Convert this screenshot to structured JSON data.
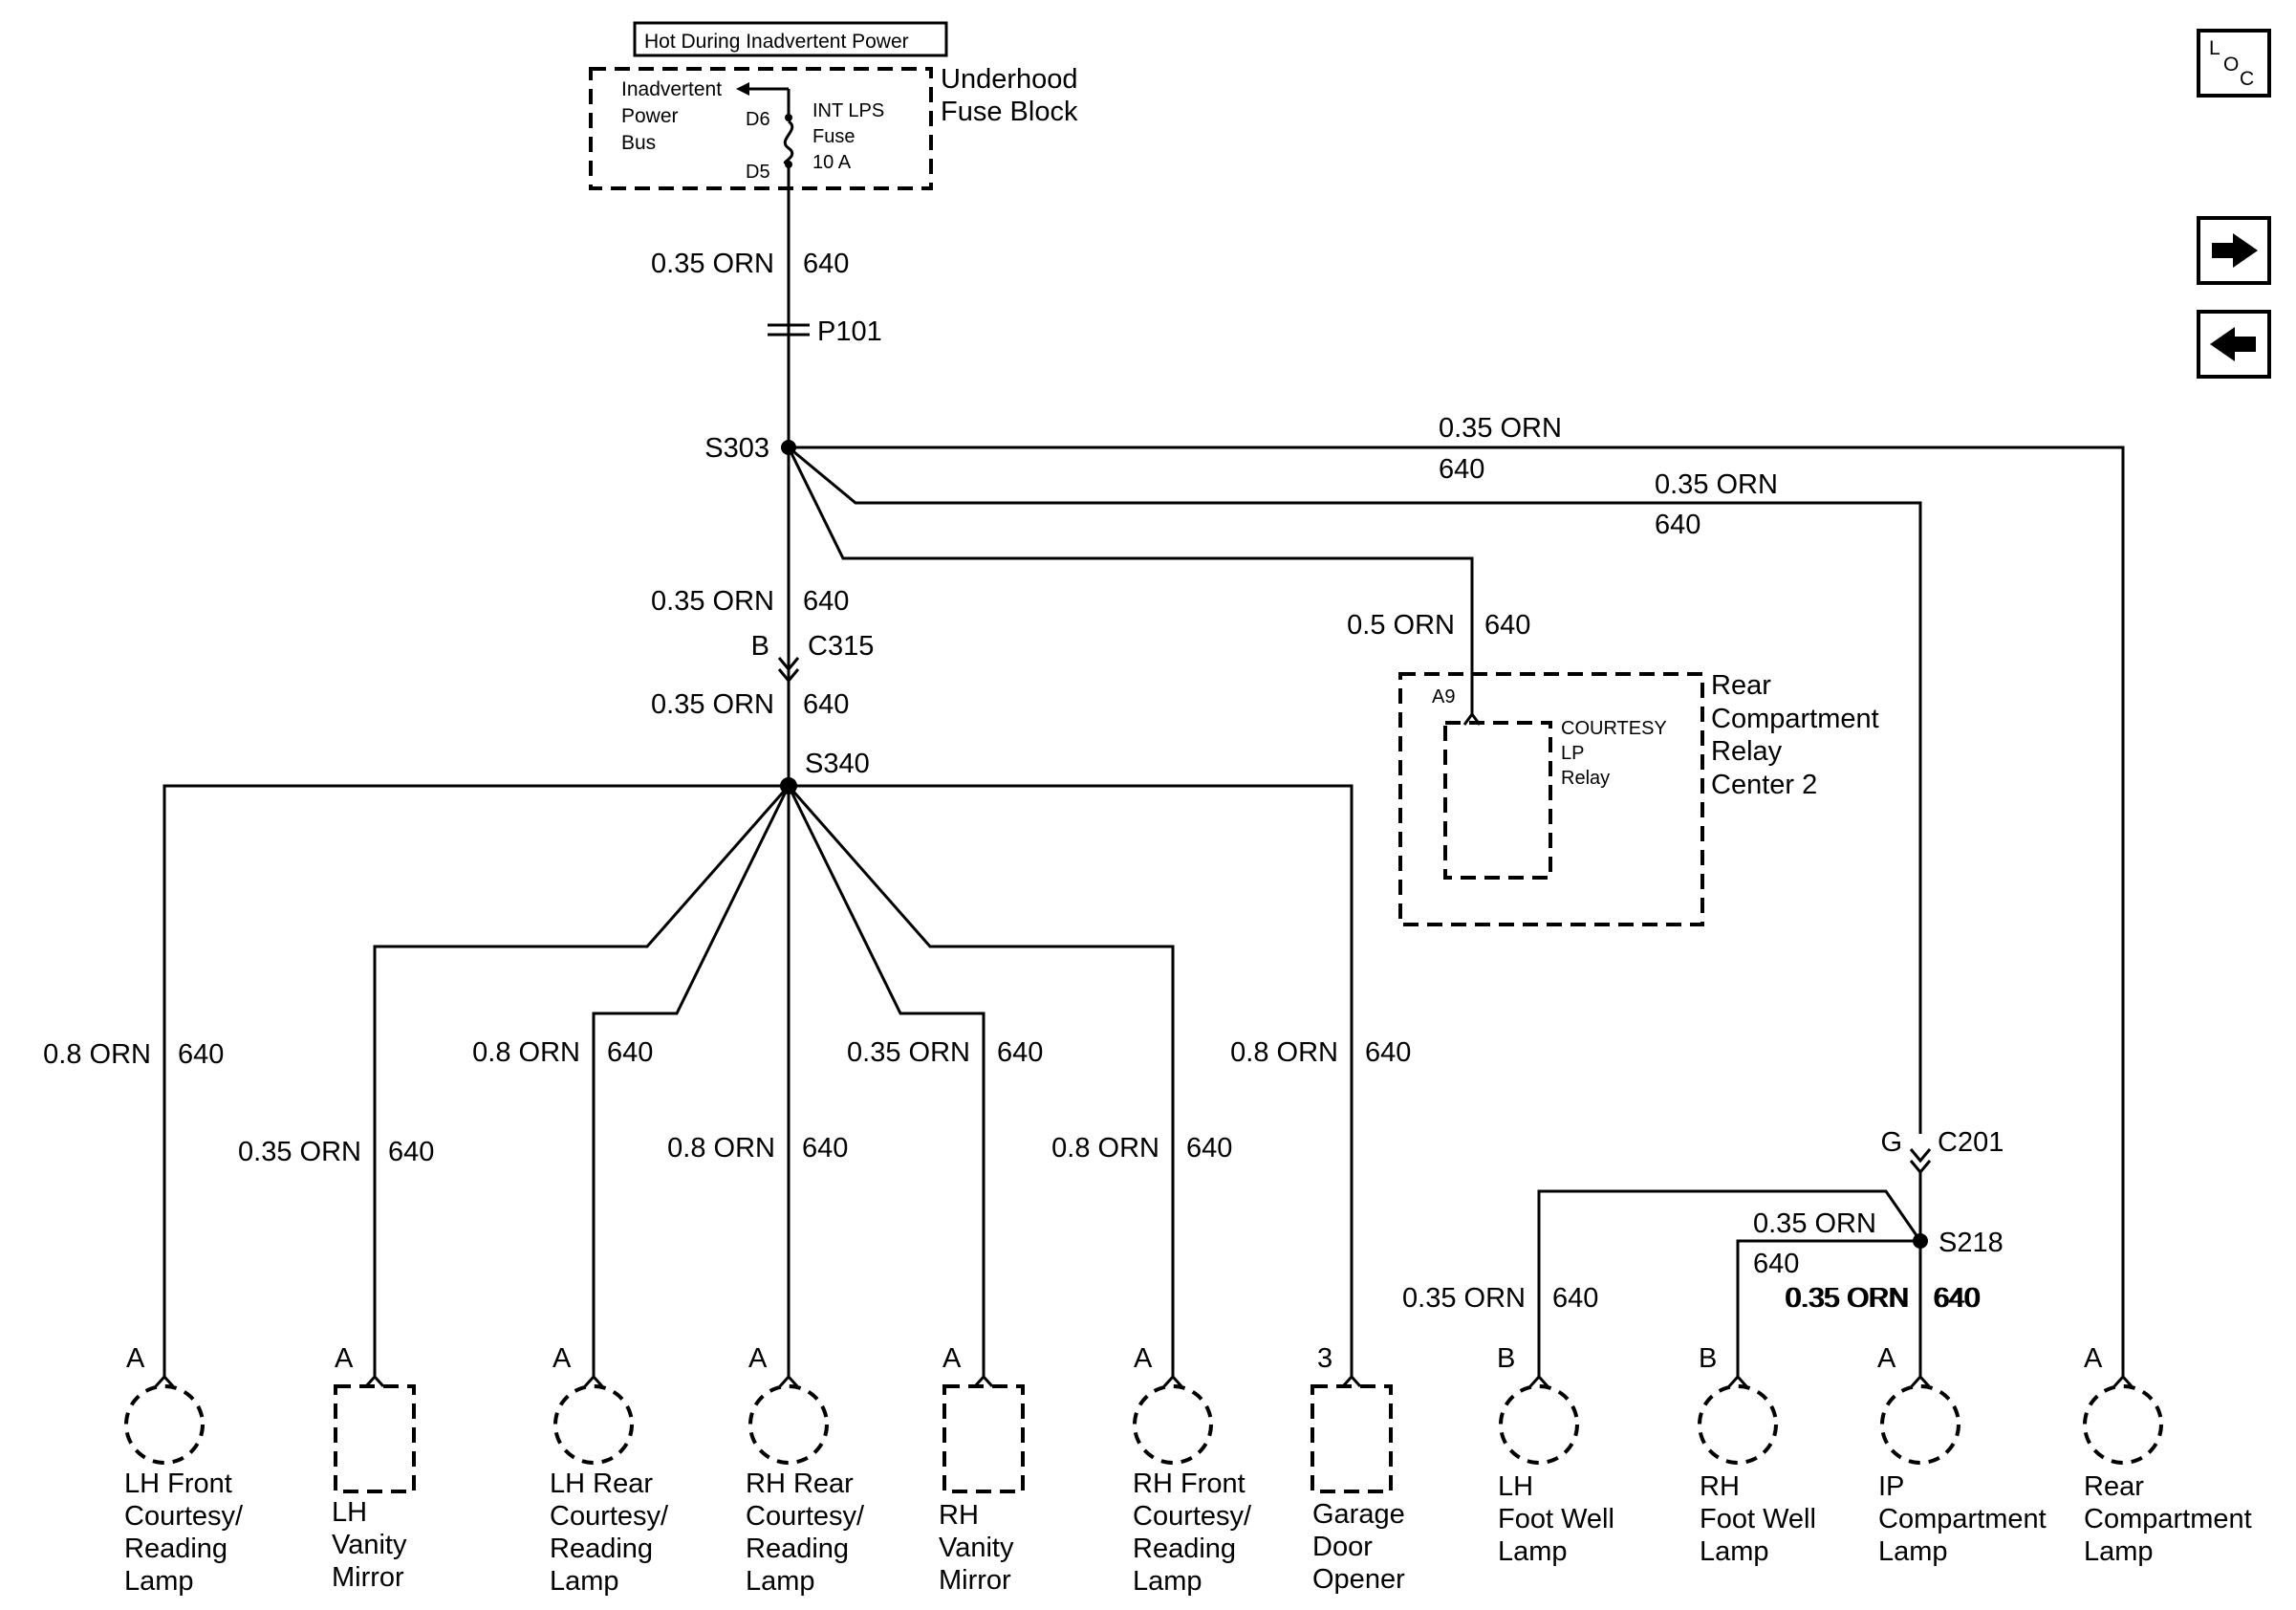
{
  "power_source": {
    "hot_label": "Hot During Inadvertent Power",
    "bus_label": [
      "Inadvertent",
      "Power",
      "Bus"
    ],
    "fuse_label": [
      "INT LPS",
      "Fuse",
      "10 A"
    ],
    "pin_top": "D6",
    "pin_bottom": "D5",
    "block_name": [
      "Underhood",
      "Fuse Block"
    ]
  },
  "main_feed": {
    "gauge": "0.35 ORN",
    "circuit": "640"
  },
  "passthrough": "P101",
  "splice_s303": "S303",
  "branch_rear_lamp": {
    "gauge": "0.35 ORN",
    "circuit": "640"
  },
  "branch_c201": {
    "gauge": "0.35 ORN",
    "circuit": "640"
  },
  "branch_relay": {
    "gauge": "0.5 ORN",
    "circuit": "640"
  },
  "relay_center": {
    "name": [
      "Rear",
      "Compartment",
      "Relay",
      "Center 2"
    ],
    "pin": "A9",
    "relay_label": [
      "COURTESY",
      "LP",
      "Relay"
    ]
  },
  "c315": {
    "wire_above": {
      "gauge": "0.35 ORN",
      "circuit": "640"
    },
    "pin": "B",
    "name": "C315",
    "wire_below": {
      "gauge": "0.35 ORN",
      "circuit": "640"
    }
  },
  "splice_s340": "S340",
  "c201": {
    "pin": "G",
    "name": "C201"
  },
  "splice_s218": "S218",
  "s218_branch": {
    "gauge": "0.35 ORN",
    "circuit": "640"
  },
  "loads": [
    {
      "pin": "A",
      "gauge": "0.8 ORN",
      "circuit": "640",
      "name": [
        "LH Front",
        "Courtesy/",
        "Reading",
        "Lamp"
      ]
    },
    {
      "pin": "A",
      "gauge": "0.35 ORN",
      "circuit": "640",
      "name": [
        "LH",
        "Vanity",
        "Mirror"
      ]
    },
    {
      "pin": "A",
      "gauge": "0.8 ORN",
      "circuit": "640",
      "name": [
        "LH Rear",
        "Courtesy/",
        "Reading",
        "Lamp"
      ]
    },
    {
      "pin": "A",
      "gauge": "0.8 ORN",
      "circuit": "640",
      "name": [
        "RH Rear",
        "Courtesy/",
        "Reading",
        "Lamp"
      ]
    },
    {
      "pin": "A",
      "gauge": "0.35 ORN",
      "circuit": "640",
      "name": [
        "RH",
        "Vanity",
        "Mirror"
      ]
    },
    {
      "pin": "A",
      "gauge": "0.8 ORN",
      "circuit": "640",
      "name": [
        "RH Front",
        "Courtesy/",
        "Reading",
        "Lamp"
      ]
    },
    {
      "pin": "3",
      "gauge": "0.8 ORN",
      "circuit": "640",
      "name": [
        "Garage",
        "Door",
        "Opener"
      ]
    },
    {
      "pin": "B",
      "gauge": "0.35 ORN",
      "circuit": "640",
      "name": [
        "LH",
        "Foot Well",
        "Lamp"
      ]
    },
    {
      "pin": "B",
      "gauge": "0.35 ORN",
      "circuit": "640",
      "name": [
        "RH",
        "Foot Well",
        "Lamp"
      ]
    },
    {
      "pin": "A",
      "gauge": "0.35 ORN",
      "circuit": "640",
      "name": [
        "IP",
        "Compartment",
        "Lamp"
      ]
    },
    {
      "pin": "A",
      "gauge": "0.35 ORN",
      "circuit": "640",
      "name": [
        "Rear",
        "Compartment",
        "Lamp"
      ]
    }
  ],
  "nav": {
    "loc_label": [
      "L",
      "O",
      "C"
    ],
    "next_icon": "arrow-right",
    "prev_icon": "arrow-left"
  }
}
